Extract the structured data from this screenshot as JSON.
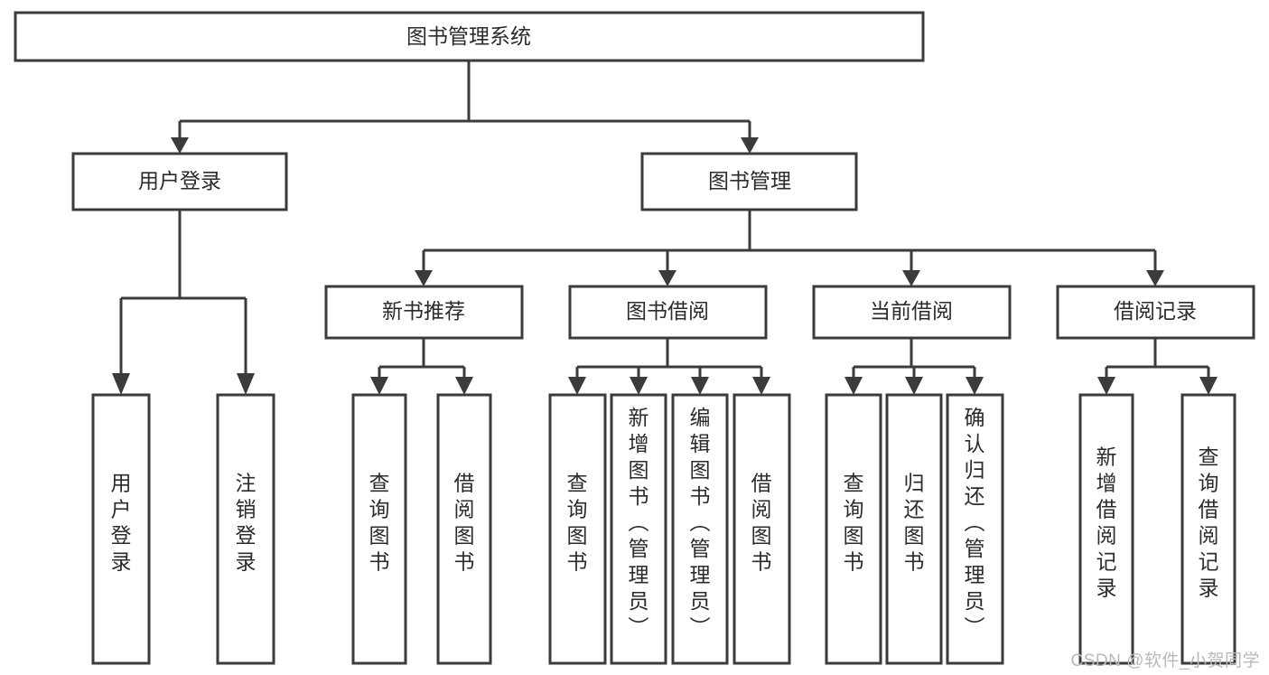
{
  "diagram": {
    "type": "tree-hierarchy-diagram",
    "title": "图书管理系统",
    "background_color": "#ffffff",
    "line_color": "#3b3b3b",
    "text_color": "#2b2b2b",
    "levels": 4,
    "root": {
      "id": "root",
      "label": "图书管理系统",
      "orientation": "horizontal"
    },
    "level2": [
      {
        "id": "user-login",
        "label": "用户登录",
        "orientation": "horizontal"
      },
      {
        "id": "book-management",
        "label": "图书管理",
        "orientation": "horizontal"
      }
    ],
    "level3": [
      {
        "id": "new-book-recommend",
        "label": "新书推荐",
        "parent": "book-management",
        "orientation": "horizontal"
      },
      {
        "id": "book-borrow",
        "label": "图书借阅",
        "parent": "book-management",
        "orientation": "horizontal"
      },
      {
        "id": "current-borrow",
        "label": "当前借阅",
        "parent": "book-management",
        "orientation": "horizontal"
      },
      {
        "id": "borrow-record",
        "label": "借阅记录",
        "parent": "book-management",
        "orientation": "horizontal"
      }
    ],
    "leaves": [
      {
        "id": "leaf-user-login",
        "label": "用户登录",
        "parent": "user-login",
        "orientation": "vertical"
      },
      {
        "id": "leaf-user-logout",
        "label": "注销登录",
        "parent": "user-login",
        "orientation": "vertical"
      },
      {
        "id": "leaf-query-book-1",
        "label": "查询图书",
        "parent": "new-book-recommend",
        "orientation": "vertical"
      },
      {
        "id": "leaf-borrow-book-1",
        "label": "借阅图书",
        "parent": "new-book-recommend",
        "orientation": "vertical"
      },
      {
        "id": "leaf-query-book-2",
        "label": "查询图书",
        "parent": "book-borrow",
        "orientation": "vertical"
      },
      {
        "id": "leaf-add-book",
        "label": "新增图书（管理员）",
        "parent": "book-borrow",
        "orientation": "vertical"
      },
      {
        "id": "leaf-edit-book",
        "label": "编辑图书（管理员）",
        "parent": "book-borrow",
        "orientation": "vertical"
      },
      {
        "id": "leaf-borrow-book-2",
        "label": "借阅图书",
        "parent": "book-borrow",
        "orientation": "vertical"
      },
      {
        "id": "leaf-query-book-3",
        "label": "查询图书",
        "parent": "current-borrow",
        "orientation": "vertical"
      },
      {
        "id": "leaf-return-book",
        "label": "归还图书",
        "parent": "current-borrow",
        "orientation": "vertical"
      },
      {
        "id": "leaf-confirm-return",
        "label": "确认归还（管理员）",
        "parent": "current-borrow",
        "orientation": "vertical"
      },
      {
        "id": "leaf-add-record",
        "label": "新增借阅记录",
        "parent": "borrow-record",
        "orientation": "vertical"
      },
      {
        "id": "leaf-query-record",
        "label": "查询借阅记录",
        "parent": "borrow-record",
        "orientation": "vertical"
      }
    ]
  },
  "watermark": {
    "text": "CSDN @软件_小贺同学",
    "color": "#b9b9b9"
  }
}
